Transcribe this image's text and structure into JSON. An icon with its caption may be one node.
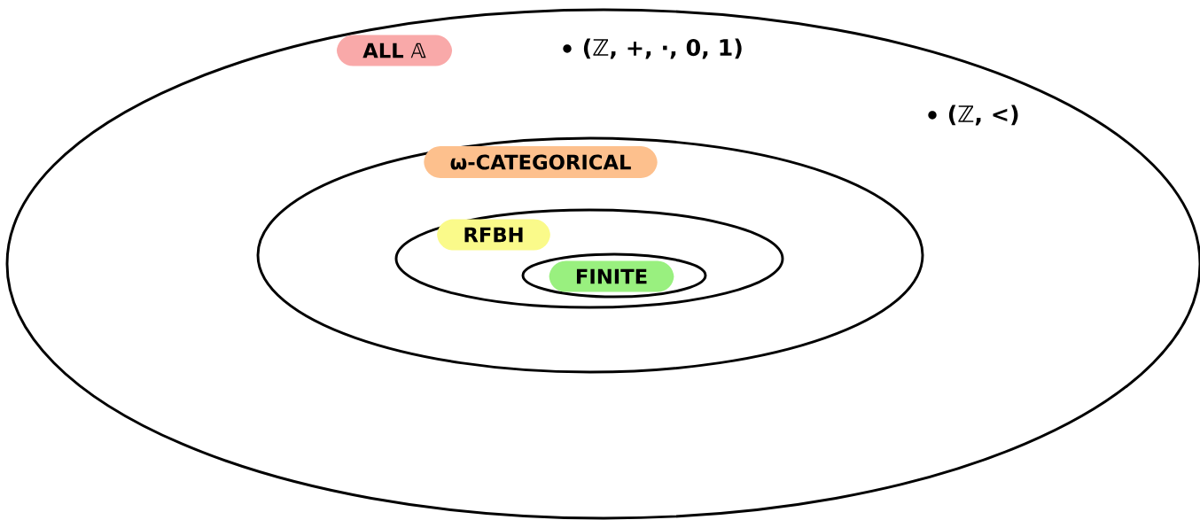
{
  "diagram": {
    "nodes": [
      {
        "text": [
          "ALL 𝔸"
        ]
      },
      {
        "text": [
          "ω-CATEGORICAL"
        ],
        "in": 0
      },
      {
        "text": [
          "RFBH"
        ],
        "in": 1
      },
      {
        "text": [
          "FINITE"
        ],
        "in": 2
      }
    ],
    "labels": [
      "(ℤ, +, ·, 0, 1)",
      "(ℤ, <)"
    ]
  }
}
